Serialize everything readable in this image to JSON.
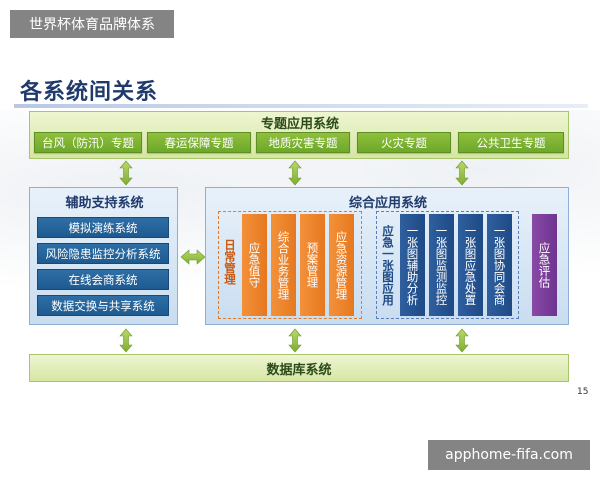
{
  "watermark_top": "世界杯体育品牌体系",
  "watermark_bottom": "apphome-fifa.com",
  "slide_title": "各系统间关系",
  "page_number": "15",
  "topic_system": {
    "title": "专题应用系统",
    "items": [
      "台风（防汛）专题",
      "春运保障专题",
      "地质灾害专题",
      "火灾专题",
      "公共卫生专题"
    ]
  },
  "support_system": {
    "title": "辅助支持系统",
    "items": [
      "模拟演练系统",
      "风险隐患监控分析系统",
      "在线会商系统",
      "数据交换与共享系统"
    ]
  },
  "integrated_system": {
    "title": "综合应用系统",
    "daily_label": "日常管理",
    "daily_items": [
      "应急值守",
      "综合业务管理",
      "预案管理",
      "应急资源管理"
    ],
    "onemap_label": "应急一张图应用",
    "onemap_items": [
      "一张图辅助分析",
      "一张图监测监控",
      "一张图应急处置",
      "一张图协同会商"
    ],
    "eval_label": "应急评估"
  },
  "database_system": {
    "title": "数据库系统"
  },
  "colors": {
    "green": "#7db434",
    "navy": "#1e5a90",
    "orange": "#ef8a30",
    "purple": "#7a3d9c",
    "title": "#1f3a6b"
  }
}
